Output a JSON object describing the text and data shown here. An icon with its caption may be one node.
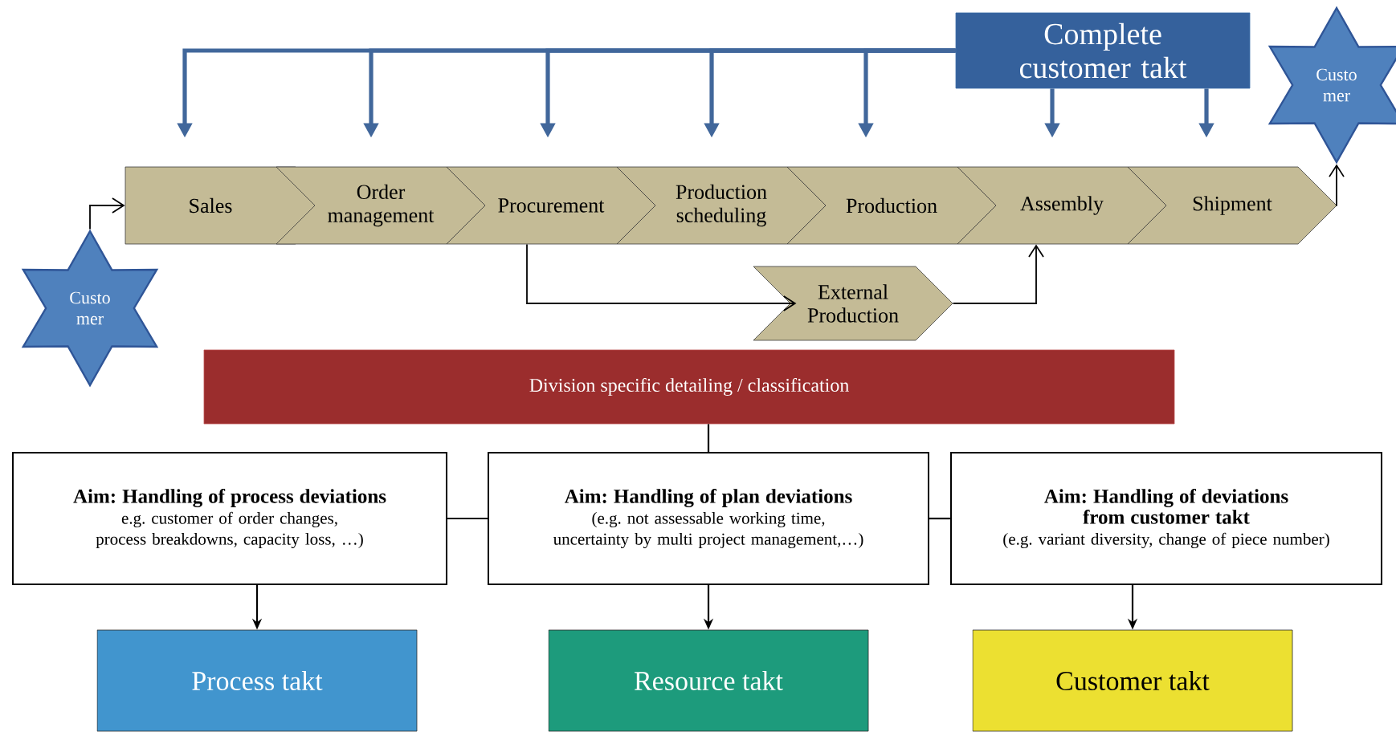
{
  "diagram": {
    "nodes": [
      {
        "text": [
          "Complete customer takt"
        ]
      },
      {
        "text": [
          "Custo mer"
        ]
      },
      {
        "text": [
          "Custo mer"
        ]
      },
      {
        "text": [
          "Sales"
        ]
      },
      {
        "text": [
          "Order management"
        ]
      },
      {
        "text": [
          "Procurement"
        ]
      },
      {
        "text": [
          "Production scheduling"
        ]
      },
      {
        "text": [
          "Production"
        ]
      },
      {
        "text": [
          "Assembly"
        ]
      },
      {
        "text": [
          "Shipment"
        ]
      },
      {
        "text": [
          "External Production"
        ]
      },
      {
        "text": [
          "Division specific detailing / classification"
        ]
      },
      {
        "text": [
          "Aim: Handling of process deviations",
          "e.g. customer of order changes, process breakdowns, capacity loss, …)"
        ]
      },
      {
        "text": [
          "Aim: Handling of plan deviations",
          "(e.g. not assessable working time, uncertainty by multi project management,…)"
        ]
      },
      {
        "text": [
          "Aim: Handling of deviations from customer takt",
          "(e.g. variant diversity, change of piece number)"
        ]
      },
      {
        "text": [
          "Process takt"
        ]
      },
      {
        "text": [
          "Resource takt"
        ]
      },
      {
        "text": [
          "Customer takt"
        ]
      }
    ],
    "edges": [
      {
        "from": 0,
        "to": 3,
        "arrow": "to",
        "style": "thick",
        "color": "#41679b"
      },
      {
        "from": 0,
        "to": 4,
        "arrow": "to",
        "style": "thick",
        "color": "#41679b"
      },
      {
        "from": 0,
        "to": 5,
        "arrow": "to",
        "style": "thick",
        "color": "#41679b"
      },
      {
        "from": 0,
        "to": 6,
        "arrow": "to",
        "style": "thick",
        "color": "#41679b"
      },
      {
        "from": 0,
        "to": 7,
        "arrow": "to",
        "style": "thick",
        "color": "#41679b"
      },
      {
        "from": 0,
        "to": 8,
        "arrow": "to",
        "style": "thick",
        "color": "#41679b"
      },
      {
        "from": 0,
        "to": 9,
        "arrow": "to",
        "style": "thick",
        "color": "#41679b"
      },
      {
        "from": 1,
        "to": 3,
        "arrow": "to"
      },
      {
        "from": 9,
        "to": 2,
        "arrow": "to"
      },
      {
        "from": 5,
        "to": 10,
        "arrow": "to"
      },
      {
        "from": 10,
        "to": 8,
        "arrow": "to"
      },
      {
        "from": 11,
        "to": 13,
        "arrow": "none"
      },
      {
        "from": 13,
        "to": 12,
        "arrow": "none"
      },
      {
        "from": 13,
        "to": 14,
        "arrow": "none"
      },
      {
        "from": 12,
        "to": 15,
        "arrow": "to"
      },
      {
        "from": 13,
        "to": 16,
        "arrow": "to"
      },
      {
        "from": 14,
        "to": 17,
        "arrow": "to"
      }
    ]
  }
}
